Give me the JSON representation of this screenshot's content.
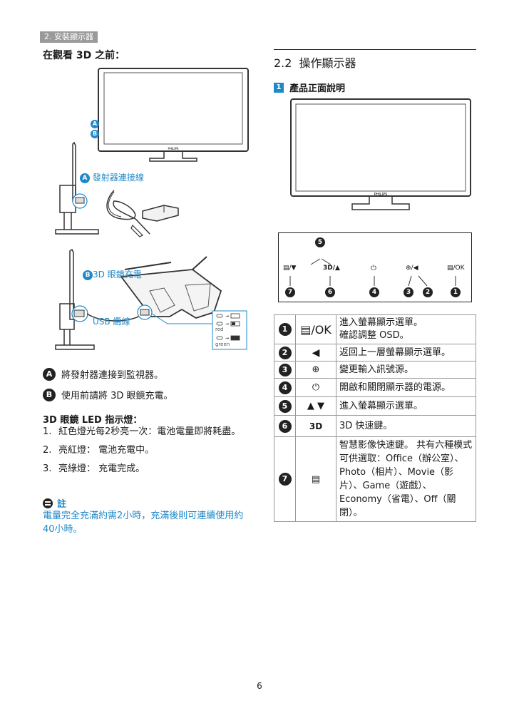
{
  "header": {
    "section_tab": "2. 安裝顯示器"
  },
  "left": {
    "heading": "在觀看 3D 之前：",
    "labels": {
      "a": "A",
      "b": "B",
      "emitter_cable": "發射器連接線",
      "glasses_charge": "3D 眼鏡充電",
      "usb_cable": "USB 纜線",
      "red": "red",
      "green": "green"
    },
    "steps": [
      {
        "marker": "A",
        "text": "將發射器連接到監視器。"
      },
      {
        "marker": "B",
        "text": "使用前請將 3D 眼鏡充電。"
      }
    ],
    "led_heading": "3D 眼鏡 LED 指示燈：",
    "led_items": [
      {
        "num": "1.",
        "text": "紅色燈光每2秒亮一次：電池電量即將耗盡。"
      },
      {
        "num": "2.",
        "text": "亮紅燈： 電池充電中。"
      },
      {
        "num": "3.",
        "text": "亮綠燈： 充電完成。"
      }
    ],
    "note_heading": "註",
    "note_text": "電量完全充滿約需2小時，充滿後則可連續使用約40小時。"
  },
  "right": {
    "section_num": "2.2",
    "section_title": "操作顯示器",
    "sub_num": "1",
    "sub_title": "產品正面說明",
    "monitor_brand": "PHILIPS",
    "controls": {
      "top_num": "5",
      "items": [
        {
          "symbol": "▤/▼",
          "num": "7",
          "icon": "smartimage-icon"
        },
        {
          "symbol": "3D/▲",
          "num": "6",
          "icon": "3d-icon"
        },
        {
          "symbol": "⏻",
          "num": "4",
          "icon": "power-icon"
        },
        {
          "symbol": "⊕/◀",
          "num": "3",
          "num2": "2",
          "icon": "input-icon"
        },
        {
          "symbol": "▤/OK",
          "num": "1",
          "icon": "menu-ok-icon"
        }
      ]
    },
    "table": [
      {
        "num": "1",
        "key": "▤/OK",
        "desc": "進入螢幕顯示選單。\n確認調整 OSD。"
      },
      {
        "num": "2",
        "key": "◀",
        "desc": "返回上一層螢幕顯示選單。"
      },
      {
        "num": "3",
        "key": "⊕",
        "desc": "變更輸入訊號源。"
      },
      {
        "num": "4",
        "key": "⏻",
        "desc": "開啟和關閉顯示器的電源。"
      },
      {
        "num": "5",
        "key": "▲ ▼",
        "desc": "進入螢幕顯示選單。"
      },
      {
        "num": "6",
        "key": "3D",
        "desc": "3D 快速鍵。"
      },
      {
        "num": "7",
        "key": "▤",
        "desc": "智慧影像快速鍵。 共有六種模式可供選取：Office（辦公室）、Photo（相片）、Movie（影片）、Game（遊戲）、Economy（省電）、Off（關閉）。"
      }
    ]
  },
  "footer": {
    "page_number": "6"
  }
}
